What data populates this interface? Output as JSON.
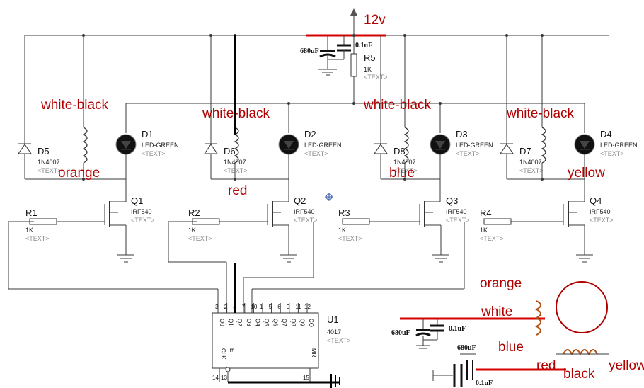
{
  "supply": {
    "label": "12v"
  },
  "cap_labels": {
    "c680": "680uF",
    "c01": "0.1uF"
  },
  "resistor_r5": {
    "ref": "R5",
    "value": "1K",
    "text": "<TEXT>"
  },
  "channels": [
    {
      "diode": {
        "ref": "D5",
        "value": "1N4007",
        "text": "<TEXT>"
      },
      "led": {
        "ref": "D1",
        "value": "LED-GREEN",
        "text": "<TEXT>"
      },
      "fet": {
        "ref": "Q1",
        "value": "IRF540",
        "text": "<TEXT>"
      },
      "res": {
        "ref": "R1",
        "value": "1K",
        "text": "<TEXT>"
      },
      "wire_top": "white-black",
      "wire_bottom": "orange"
    },
    {
      "diode": {
        "ref": "D6",
        "value": "1N4007",
        "text": "<TEXT>"
      },
      "led": {
        "ref": "D2",
        "value": "LED-GREEN",
        "text": "<TEXT>"
      },
      "fet": {
        "ref": "Q2",
        "value": "IRF540",
        "text": "<TEXT>"
      },
      "res": {
        "ref": "R2",
        "value": "1K",
        "text": "<TEXT>"
      },
      "wire_top": "white-black",
      "wire_bottom": "red"
    },
    {
      "diode": {
        "ref": "D8",
        "value": "1N4007",
        "text": "<TEXT>"
      },
      "led": {
        "ref": "D3",
        "value": "LED-GREEN",
        "text": "<TEXT>"
      },
      "fet": {
        "ref": "Q3",
        "value": "IRF540",
        "text": "<TEXT>"
      },
      "res": {
        "ref": "R3",
        "value": "1K",
        "text": "<TEXT>"
      },
      "wire_top": "white-black",
      "wire_bottom": "blue"
    },
    {
      "diode": {
        "ref": "D7",
        "value": "1N4007",
        "text": "<TEXT>"
      },
      "led": {
        "ref": "D4",
        "value": "LED-GREEN",
        "text": "<TEXT>"
      },
      "fet": {
        "ref": "Q4",
        "value": "IRF540",
        "text": "<TEXT>"
      },
      "res": {
        "ref": "R4",
        "value": "1K",
        "text": "<TEXT>"
      },
      "wire_top": "white-black",
      "wire_bottom": "yellow"
    }
  ],
  "ic": {
    "ref": "U1",
    "value": "4017",
    "text": "<TEXT>",
    "top_pins": [
      {
        "num": "3",
        "name": "Q0"
      },
      {
        "num": "2",
        "name": "Q1"
      },
      {
        "num": "4",
        "name": "Q2"
      },
      {
        "num": "7",
        "name": "Q3"
      },
      {
        "num": "10",
        "name": "Q4"
      },
      {
        "num": "1",
        "name": "Q5"
      },
      {
        "num": "5",
        "name": "Q6"
      },
      {
        "num": "6",
        "name": "Q7"
      },
      {
        "num": "9",
        "name": "Q8"
      },
      {
        "num": "11",
        "name": "Q9"
      },
      {
        "num": "12",
        "name": "CO"
      }
    ],
    "bottom_pins": [
      {
        "num": "14",
        "name": "CLK"
      },
      {
        "num": "13",
        "name": "E"
      },
      {
        "num": "15",
        "name": "MR"
      }
    ]
  },
  "motor_legend": {
    "labels": [
      "orange",
      "white",
      "blue",
      "red",
      "black",
      "yellow"
    ]
  }
}
